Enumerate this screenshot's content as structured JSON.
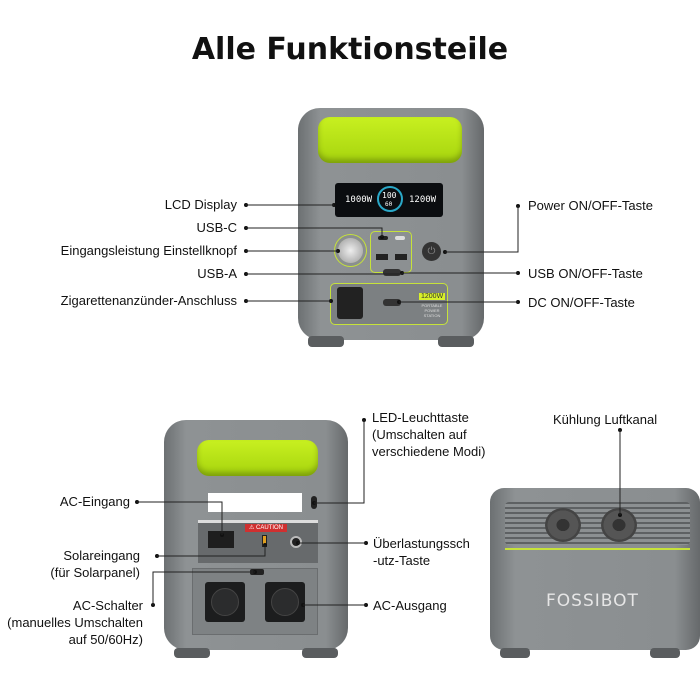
{
  "title": "Alle Funktionsteile",
  "front": {
    "lcd": {
      "input": "1000W",
      "center": "100",
      "center_sub": "60",
      "output": "1200W"
    },
    "badge": "1200W",
    "badge_sub": "PORTABLE POWER STATION",
    "labels": {
      "lcd": "LCD Display",
      "usbc": "USB-C",
      "knob": "Eingangsleistung Einstellknopf",
      "usba": "USB-A",
      "cig": "Zigarettenanzünder-Anschluss",
      "power": "Power ON/OFF-Taste",
      "usb_onoff": "USB ON/OFF-Taste",
      "dc_onoff": "DC ON/OFF-Taste"
    }
  },
  "back": {
    "caution": "⚠ CAUTION",
    "labels": {
      "led": [
        "LED-Leuchttaste",
        "(Umschalten auf",
        "verschiedene Modi)"
      ],
      "ac_in": "AC-Eingang",
      "solar": [
        "Solareingang",
        "(für Solarpanel)"
      ],
      "ac_switch": [
        "AC-Schalter",
        "(manuelles Umschalten",
        "auf 50/60Hz)"
      ],
      "overload": [
        "Überlastungssch",
        "-utz-Taste"
      ],
      "ac_out": "AC-Ausgang"
    }
  },
  "side": {
    "logo": "FOSSIBOT",
    "labels": {
      "cooling": "Kühlung Luftkanal"
    }
  },
  "colors": {
    "accent": "#b8e41a",
    "body": "#8a8e90"
  }
}
